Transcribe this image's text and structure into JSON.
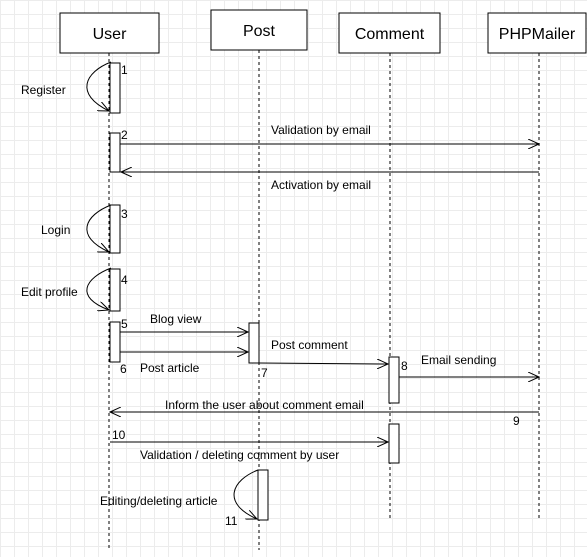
{
  "participants": [
    {
      "id": "user",
      "name": "User"
    },
    {
      "id": "post",
      "name": "Post"
    },
    {
      "id": "comment",
      "name": "Comment"
    },
    {
      "id": "mailer",
      "name": "PHPMailer"
    }
  ],
  "labels": {
    "register": "Register",
    "validation_email": "Validation by email",
    "activation_email": "Activation by email",
    "login": "Login",
    "edit_profile": "Edit profile",
    "blog_view": "Blog view",
    "post_article": "Post article",
    "post_comment": "Post comment",
    "email_sending": "Email sending",
    "inform_user": "Inform the user about comment email",
    "validation_deleting": "Validation / deleting comment by user",
    "editing_deleting_article": "Editing/deleting article"
  },
  "numbers": {
    "n1": "1",
    "n2": "2",
    "n3": "3",
    "n4": "4",
    "n5": "5",
    "n6": "6",
    "n7": "7",
    "n8": "8",
    "n9": "9",
    "n10": "10",
    "n11": "11"
  }
}
